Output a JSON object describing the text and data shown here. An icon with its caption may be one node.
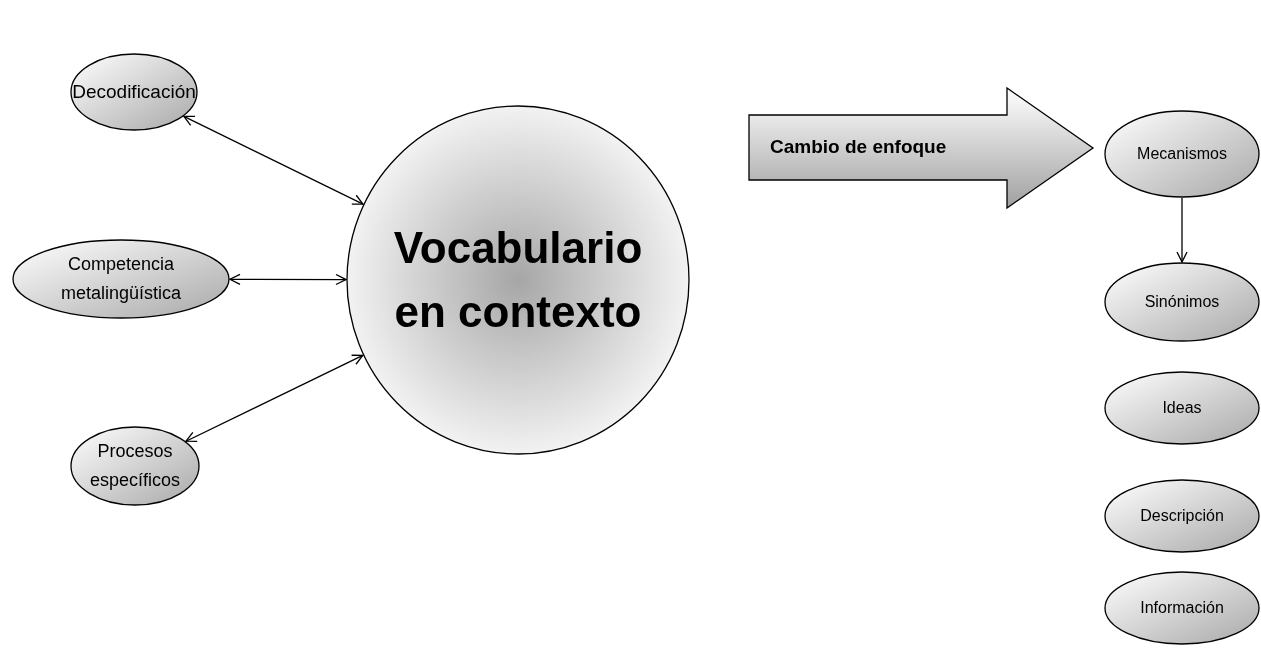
{
  "diagram": {
    "nodes": [
      {
        "text": [
          "Decodificación"
        ]
      },
      {
        "text": [
          "Competencia metalingüística"
        ]
      },
      {
        "text": [
          "Procesos específicos"
        ]
      },
      {
        "text": [
          "Vocabulario en contexto"
        ]
      },
      {
        "text": [
          "Cambio de enfoque"
        ]
      },
      {
        "text": [
          "Mecanismos"
        ]
      },
      {
        "text": [
          "Sinónimos"
        ]
      },
      {
        "text": [
          "Ideas"
        ]
      },
      {
        "text": [
          "Descripción"
        ]
      },
      {
        "text": [
          "Información"
        ]
      }
    ],
    "edges": [
      {
        "from": 0,
        "to": 3,
        "arrow": "both"
      },
      {
        "from": 1,
        "to": 3,
        "arrow": "both"
      },
      {
        "from": 2,
        "to": 3,
        "arrow": "both"
      },
      {
        "from": 5,
        "to": 6,
        "arrow": "to"
      }
    ]
  }
}
